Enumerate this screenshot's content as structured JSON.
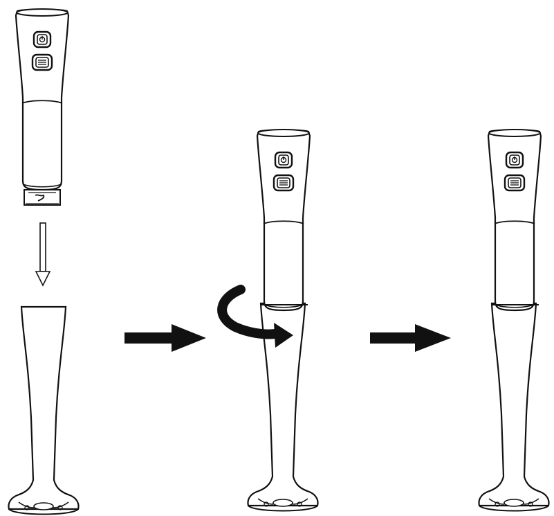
{
  "diagram": {
    "steps": [
      {
        "name": "step-1-motor-and-shaft-separated",
        "icons": [
          "power-button-icon",
          "turbo-button-icon"
        ]
      },
      {
        "name": "step-2-twist-to-attach",
        "icons": [
          "power-button-icon",
          "turbo-button-icon",
          "rotate-arrow-icon"
        ]
      },
      {
        "name": "step-3-assembled",
        "icons": [
          "power-button-icon",
          "turbo-button-icon"
        ]
      }
    ],
    "connectors": [
      "down-arrow-icon",
      "right-arrow-icon",
      "right-arrow-icon"
    ]
  },
  "colors": {
    "stroke": "#111111",
    "fill": "#ffffff",
    "arrow": "#111111"
  }
}
